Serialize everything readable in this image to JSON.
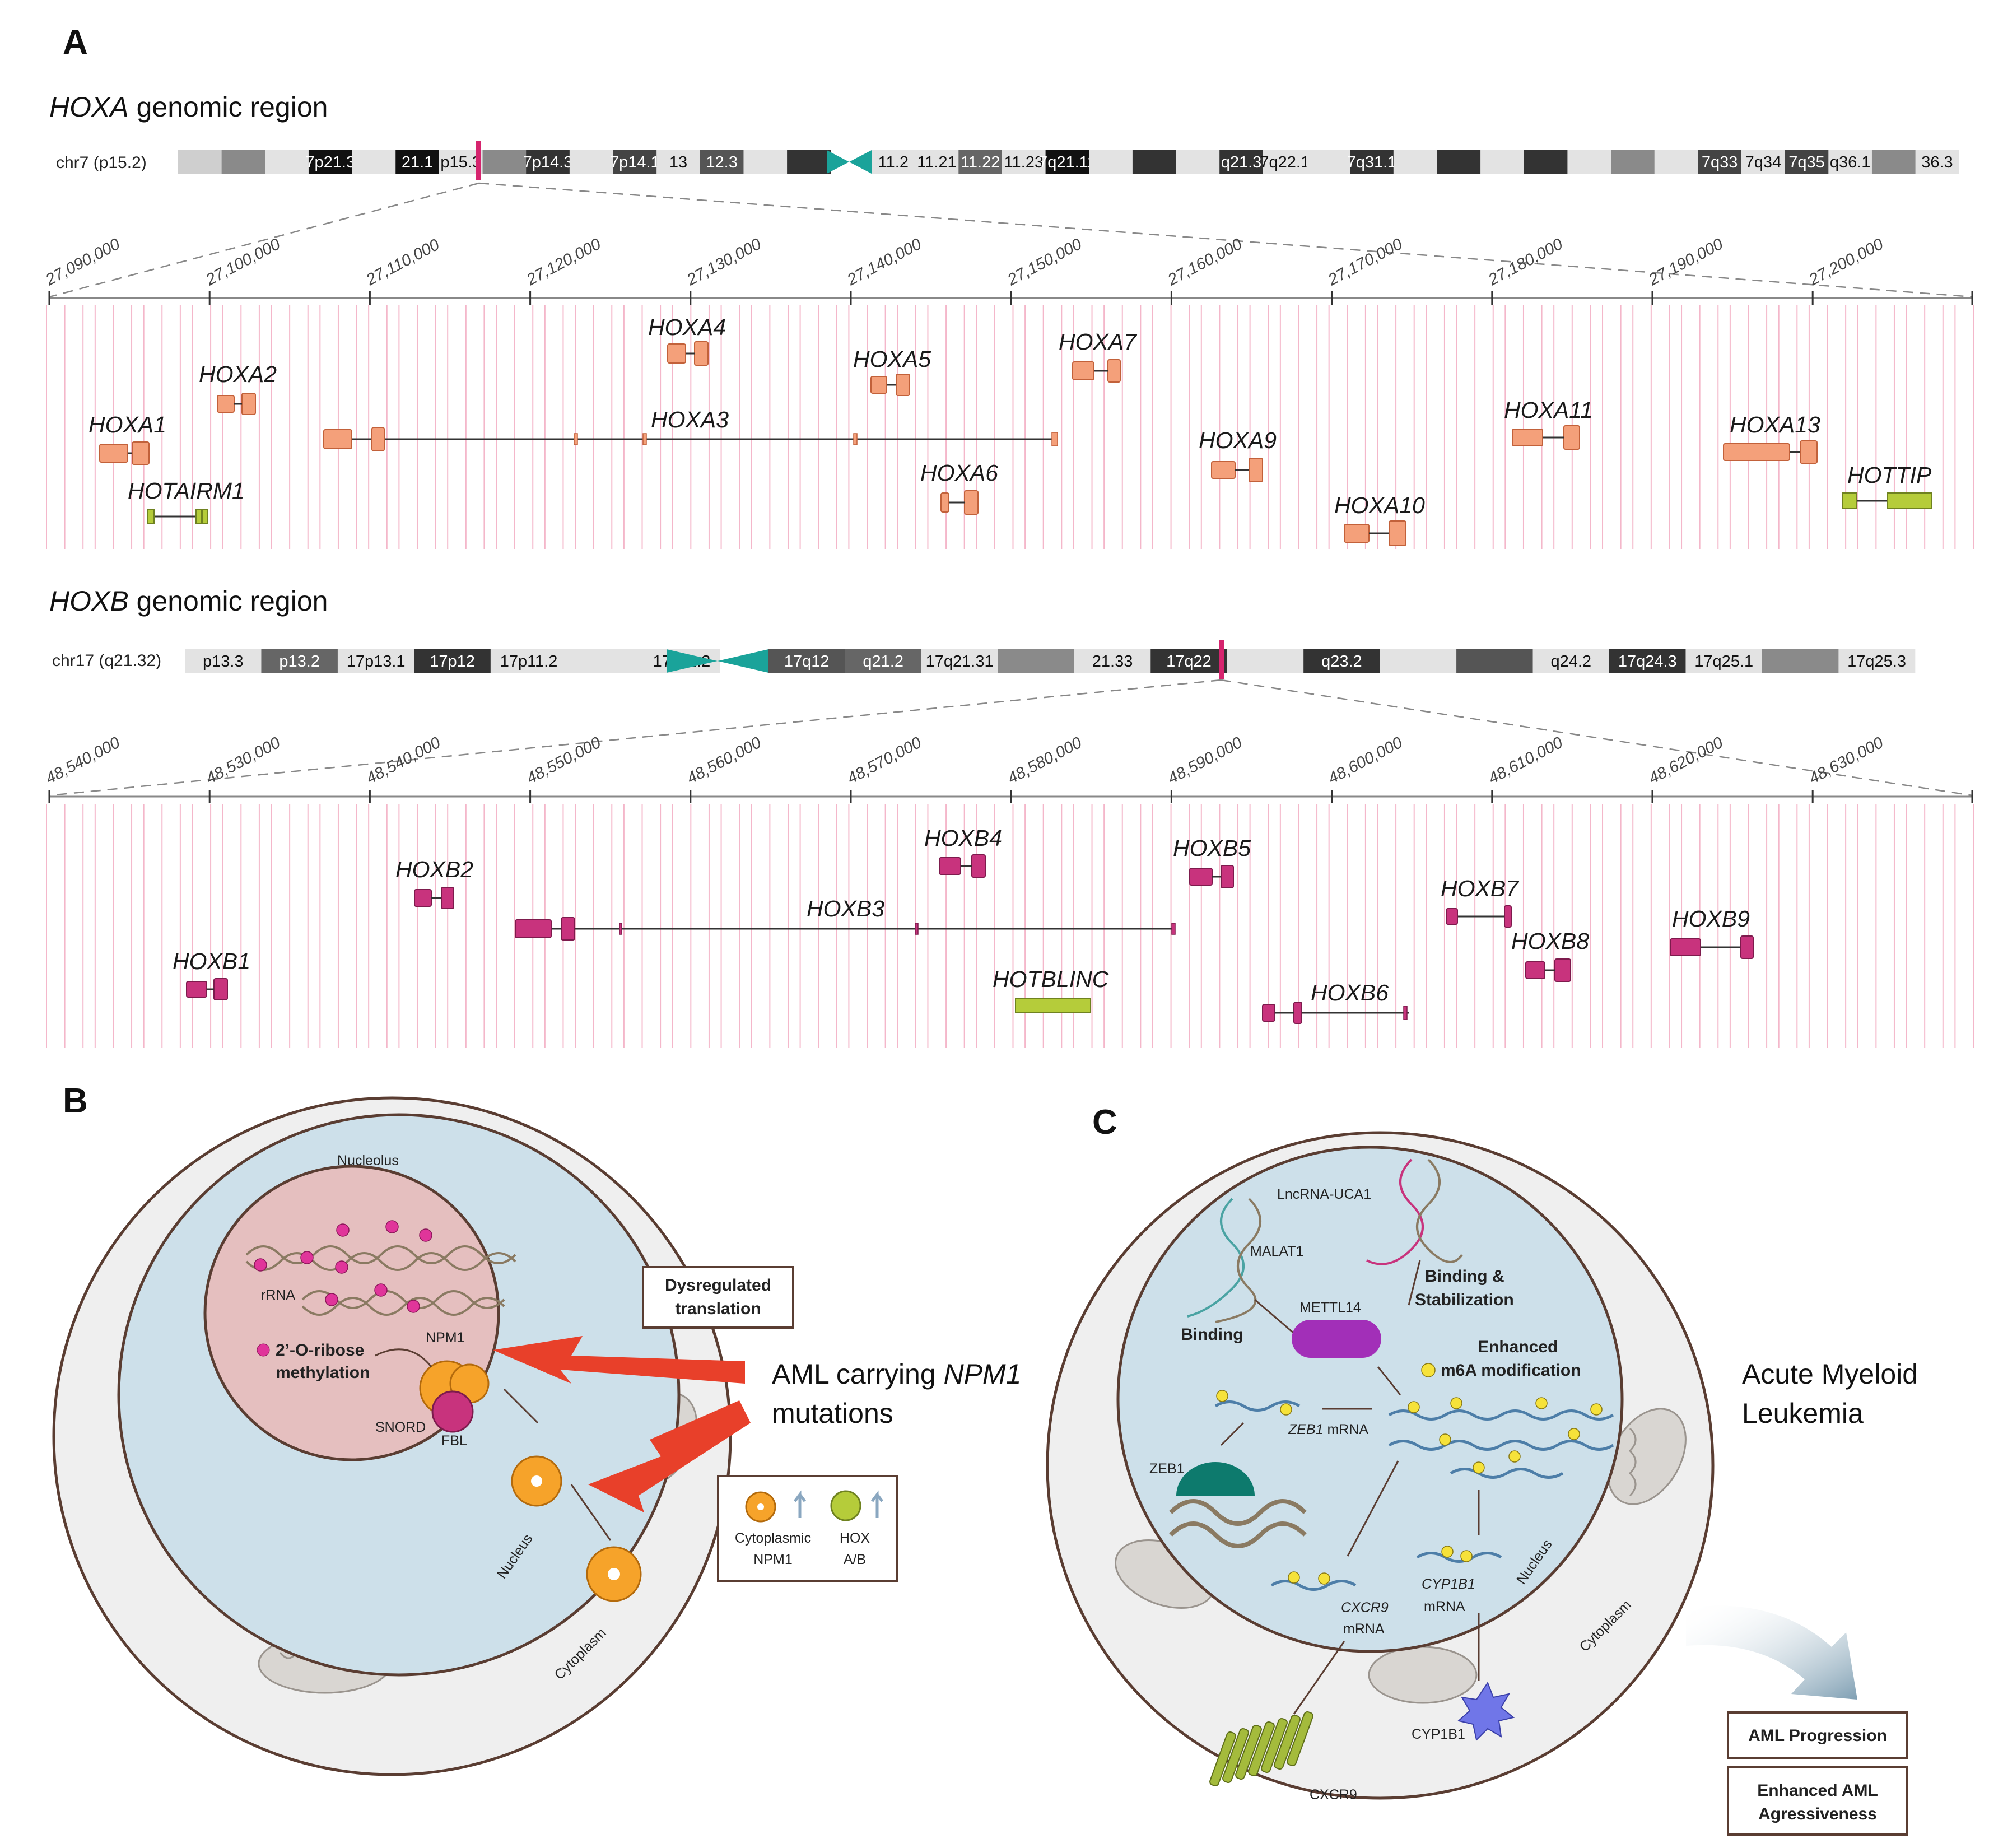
{
  "panel_a": {
    "letter": "A",
    "hoxa": {
      "title_italic": "HOXA",
      "title_rest": " genomic region",
      "chr_label": "chr7 (p15.2)",
      "bands": [
        {
          "label": "",
          "shade": "#cfcfcf"
        },
        {
          "label": "",
          "shade": "#8a8a8a"
        },
        {
          "label": "",
          "shade": "#e3e3e3"
        },
        {
          "label": "7p21.3",
          "shade": "#111111"
        },
        {
          "label": "",
          "shade": "#e3e3e3"
        },
        {
          "label": "21.1",
          "shade": "#111111"
        },
        {
          "label": "p15.3",
          "shade": "#e3e3e3"
        },
        {
          "label": "",
          "shade": "#8a8a8a"
        },
        {
          "label": "7p14.3",
          "shade": "#333333"
        },
        {
          "label": "",
          "shade": "#e3e3e3"
        },
        {
          "label": "7p14.1",
          "shade": "#444444"
        },
        {
          "label": "13",
          "shade": "#e3e3e3"
        },
        {
          "label": "12.3",
          "shade": "#555555"
        },
        {
          "label": "",
          "shade": "#e3e3e3"
        },
        {
          "label": "",
          "shade": "#333333"
        },
        {
          "label": "11.2",
          "shade": "#e3e3e3"
        },
        {
          "label": "11.21",
          "shade": "#e3e3e3"
        },
        {
          "label": "11.22",
          "shade": "#666666"
        },
        {
          "label": "11.23",
          "shade": "#e3e3e3"
        },
        {
          "label": "7q21.11",
          "shade": "#111111"
        },
        {
          "label": "",
          "shade": "#e3e3e3"
        },
        {
          "label": "",
          "shade": "#333333"
        },
        {
          "label": "",
          "shade": "#e3e3e3"
        },
        {
          "label": "q21.3",
          "shade": "#333333"
        },
        {
          "label": "7q22.1",
          "shade": "#e3e3e3"
        },
        {
          "label": "",
          "shade": "#e3e3e3"
        },
        {
          "label": "7q31.1",
          "shade": "#333333"
        },
        {
          "label": "",
          "shade": "#e3e3e3"
        },
        {
          "label": "",
          "shade": "#333333"
        },
        {
          "label": "",
          "shade": "#e3e3e3"
        },
        {
          "label": "",
          "shade": "#333333"
        },
        {
          "label": "",
          "shade": "#e3e3e3"
        },
        {
          "label": "",
          "shade": "#8a8a8a"
        },
        {
          "label": "",
          "shade": "#e3e3e3"
        },
        {
          "label": "7q33",
          "shade": "#444444"
        },
        {
          "label": "7q34",
          "shade": "#e3e3e3"
        },
        {
          "label": "7q35",
          "shade": "#444444"
        },
        {
          "label": "q36.1",
          "shade": "#e3e3e3"
        },
        {
          "label": "",
          "shade": "#8a8a8a"
        },
        {
          "label": "36.3",
          "shade": "#e3e3e3"
        }
      ],
      "ticks": [
        "27,090,000",
        "27,100,000",
        "27,110,000",
        "27,120,000",
        "27,130,000",
        "27,140,000",
        "27,150,000",
        "27,160,000",
        "27,170,000",
        "27,180,000",
        "27,190,000",
        "27,200,000"
      ],
      "genes": [
        "HOXA1",
        "HOTAIRM1",
        "HOXA2",
        "HOXA3",
        "HOXA4",
        "HOXA5",
        "HOXA6",
        "HOXA7",
        "HOXA9",
        "HOXA10",
        "HOXA11",
        "HOXA13",
        "HOTTIP"
      ]
    },
    "hoxb": {
      "title_italic": "HOXB",
      "title_rest": " genomic region",
      "chr_label": "chr17 (q21.32)",
      "bands": [
        {
          "label": "p13.3",
          "shade": "#e3e3e3"
        },
        {
          "label": "p13.2",
          "shade": "#666666"
        },
        {
          "label": "17p13.1",
          "shade": "#e3e3e3"
        },
        {
          "label": "17p12",
          "shade": "#333333"
        },
        {
          "label": "17p11.2",
          "shade": "#e3e3e3"
        },
        {
          "label": "",
          "shade": "#e3e3e3"
        },
        {
          "label": "17q11.2",
          "shade": "#e3e3e3"
        },
        {
          "label": "17q12",
          "shade": "#555555"
        },
        {
          "label": "q21.2",
          "shade": "#666666"
        },
        {
          "label": "17q21.31",
          "shade": "#e3e3e3"
        },
        {
          "label": "",
          "shade": "#8a8a8a"
        },
        {
          "label": "21.33",
          "shade": "#e3e3e3"
        },
        {
          "label": "17q22",
          "shade": "#333333"
        },
        {
          "label": "",
          "shade": "#e3e3e3"
        },
        {
          "label": "q23.2",
          "shade": "#333333"
        },
        {
          "label": "",
          "shade": "#e3e3e3"
        },
        {
          "label": "",
          "shade": "#555555"
        },
        {
          "label": "q24.2",
          "shade": "#e3e3e3"
        },
        {
          "label": "17q24.3",
          "shade": "#333333"
        },
        {
          "label": "17q25.1",
          "shade": "#e3e3e3"
        },
        {
          "label": "",
          "shade": "#8a8a8a"
        },
        {
          "label": "17q25.3",
          "shade": "#e3e3e3"
        }
      ],
      "ticks": [
        "48,540,000",
        "48,530,000",
        "48,540,000",
        "48,550,000",
        "48,560,000",
        "48,570,000",
        "48,580,000",
        "48,590,000",
        "48,600,000",
        "48,610,000",
        "48,620,000",
        "48,630,000"
      ],
      "genes": [
        "HOXB1",
        "HOXB2",
        "HOXB3",
        "HOXB4",
        "HOTBLINC",
        "HOXB5",
        "HOXB6",
        "HOXB7",
        "HOXB8",
        "HOXB9"
      ]
    },
    "colors": {
      "hoxa_gene": "#f4a07a",
      "hoxb_gene": "#c8337d",
      "lnc_gene": "#b5cc3a",
      "grid_line": "#f2a6bd",
      "centromere": "#1aa39a",
      "marker": "#d6246e"
    }
  },
  "panel_b": {
    "letter": "B",
    "labels": {
      "nucleolus": "Nucleolus",
      "rrna": "rRNA",
      "methylation_line1": "2’-O-ribose",
      "methylation_line2": "methylation",
      "npm1": "NPM1",
      "snord": "SNORD",
      "fbl": "FBL",
      "nucleus": "Nucleus",
      "cytoplasm": "Cytoplasm",
      "dysregulated_line1": "Dysregulated",
      "dysregulated_line2": "translation",
      "aml_line1_pre": "AML carrying ",
      "aml_line1_italic": "NPM1",
      "aml_line2": "mutations",
      "legend_npm1_line1": "Cytoplasmic",
      "legend_npm1_line2": "NPM1",
      "legend_hox_line1": "HOX",
      "legend_hox_line2": "A/B"
    }
  },
  "panel_c": {
    "letter": "C",
    "labels": {
      "lncrna": "LncRNA-UCA1",
      "malat1": "MALAT1",
      "binding_stab_line1": "Binding &",
      "binding_stab_line2": "Stabilization",
      "mettl14": "METTL14",
      "binding": "Binding",
      "enhanced_line1": "Enhanced",
      "enhanced_line2": "m6A modification",
      "zeb1_mrna_italic": "ZEB1",
      "zeb1_mrna_rest": " mRNA",
      "zeb1": "ZEB1",
      "cxcr9_mrna_italic": "CXCR9",
      "cxcr9_mrna_rest": "mRNA",
      "cyp1b1_mrna_italic": "CYP1B1",
      "cyp1b1_mrna_rest": "mRNA",
      "nucleus": "Nucleus",
      "cytoplasm": "Cytoplasm",
      "cyp1b1": "CYP1B1",
      "cxcr9": "CXCR9",
      "aml_title_line1": "Acute Myeloid",
      "aml_title_line2": "Leukemia",
      "progression": "AML Progression",
      "aggr_line1": "Enhanced AML",
      "aggr_line2": "Agressiveness"
    }
  }
}
